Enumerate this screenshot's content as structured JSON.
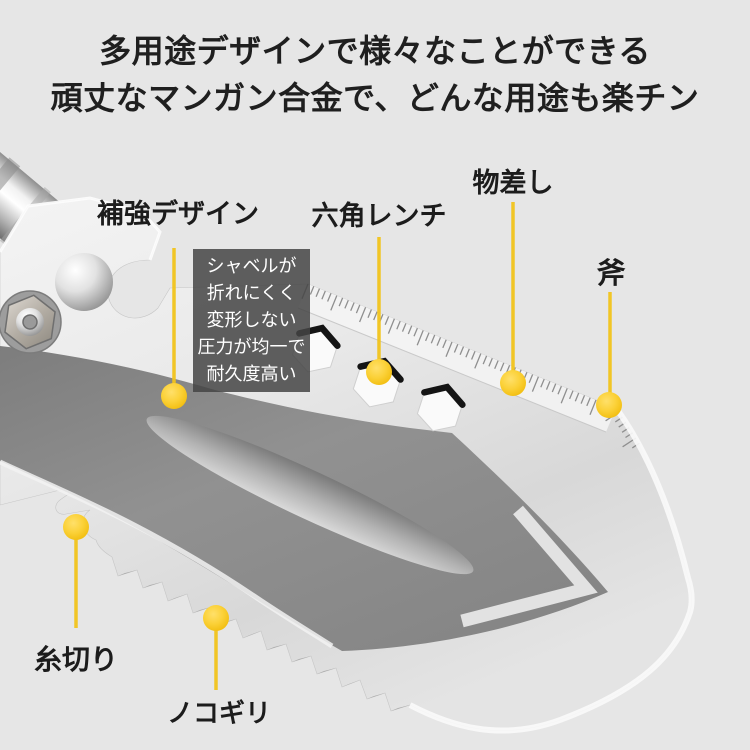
{
  "heading": {
    "line1": "多用途デザインで様々なことができる",
    "line2": "頑丈なマンガン合金で、どんな用途も楽チン"
  },
  "callouts": {
    "reinforced": "補強デザイン",
    "hex_wrench": "六角レンチ",
    "ruler": "物差し",
    "axe": "斧",
    "thread_cutter": "糸切り",
    "saw": "ノコギリ"
  },
  "tooltip": {
    "lines": [
      "シャベルが",
      "折れにくく",
      "変形しない",
      "圧力が均一で",
      "耐久度高い"
    ]
  },
  "icons": {
    "callout_dot": "yellow-dot",
    "hex_hole": "hexagon-hole",
    "ruler_ticks": "ruler-scale"
  },
  "colors": {
    "background": "#e6e6e6",
    "accent_yellow": "#f2c41c",
    "heading_text": "#1f1f1f",
    "tooltip_bg": "rgba(68,68,68,0.85)",
    "tooltip_text": "#ffffff",
    "blade_light": "#e9e9e9",
    "blade_dark": "#8a8a8a"
  }
}
